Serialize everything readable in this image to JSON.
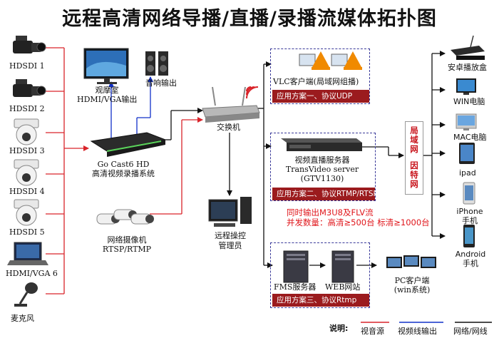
{
  "title": "远程高清网络导播/直播/录播流媒体拓扑图",
  "sources": {
    "hdsdi1": "HDSDI 1",
    "hdsdi2": "HDSDI 2",
    "hdsdi3": "HDSDI 3",
    "hdsdi4": "HDSDI 4",
    "hdsdi5": "HDSDI 5",
    "hdmi_vga6": "HDMI/VGA 6",
    "mic": "麦克风"
  },
  "monitor": {
    "line1": "观摩室",
    "line2": "HDMI/VGA输出"
  },
  "speaker": {
    "label": "音响输出"
  },
  "recorder": {
    "line1": "Go Cast6 HD",
    "line2": "高清视频录播系统"
  },
  "ipcam": {
    "line1": "网络摄像机",
    "line2": "RTSP/RTMP"
  },
  "switch": {
    "label": "交换机"
  },
  "operator": {
    "line1": "远程操控",
    "line2": "管理员"
  },
  "vlc": {
    "label": "VLC客户端(局域网组播)",
    "scheme": "应用方案一、协议UDP"
  },
  "server": {
    "line1": "视频直播服务器",
    "line2": "TransVideo server",
    "line3": "(GTV1130)",
    "scheme": "应用方案二、协议RTMP/RTSP"
  },
  "note": {
    "line1": "同时输出M3U8及FLV流",
    "line2": "并发数量：高清≥500台 标清≥1000台"
  },
  "fms": {
    "fms_label": "FMS服务器",
    "web_label": "WEB网站",
    "scheme": "应用方案三、协议Rtmp"
  },
  "pc_client": {
    "line1": "PC客户端",
    "line2": "(win系统)"
  },
  "network": {
    "lan": [
      "局",
      "域",
      "网"
    ],
    "internet": [
      "因",
      "特",
      "网"
    ]
  },
  "clients": {
    "android_box": "安卓播放盒",
    "win_pc": "WIN电脑",
    "mac_pc": "MAC电脑",
    "ipad": "ipad",
    "iphone1": "iPhone",
    "iphone2": "手机",
    "android1": "Android",
    "android2": "手机"
  },
  "legend": {
    "title": "说明:",
    "video_source": "视音源",
    "video_output": "视频线输出",
    "network_line": "网络/网线"
  },
  "colors": {
    "red_line": "#d9242a",
    "blue_line": "#1030c8",
    "black_line": "#222222",
    "scheme_bg": "#9b1b1e"
  }
}
